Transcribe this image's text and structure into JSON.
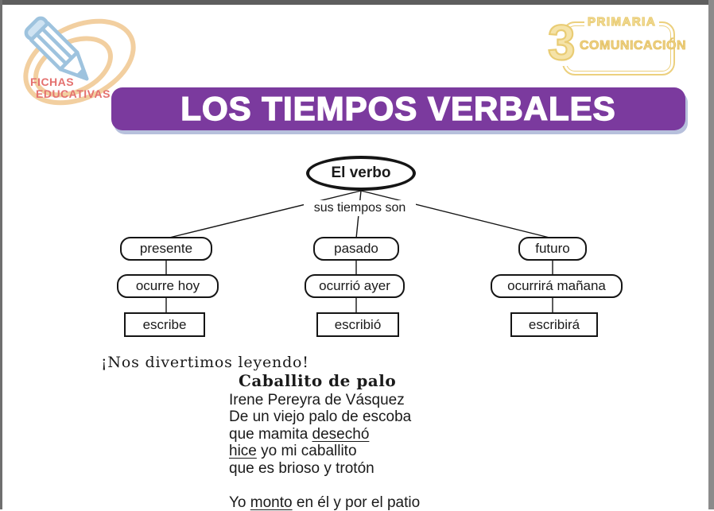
{
  "brand": {
    "line1": "FICHAS",
    "line2": "EDUCATIVAS"
  },
  "badge": {
    "grade": "3",
    "level": "PRIMARIA",
    "subject": "COMUNICACIÓN"
  },
  "title": "LOS TIEMPOS VERBALES",
  "diagram": {
    "root": "El verbo",
    "branch_label": "sus tiempos son",
    "columns": [
      {
        "tense": "presente",
        "meaning": "ocurre hoy",
        "example": "escribe"
      },
      {
        "tense": "pasado",
        "meaning": "ocurrió ayer",
        "example": "escribió"
      },
      {
        "tense": "futuro",
        "meaning": "ocurrirá mañana",
        "example": "escribirá"
      }
    ]
  },
  "reading": {
    "intro": "¡Nos divertimos leyendo!",
    "poem_title": "Caballito de palo",
    "author": "Irene Pereyra de Vásquez",
    "lines": [
      {
        "segments": [
          {
            "text": "De un viejo palo de escoba",
            "underline": false
          }
        ]
      },
      {
        "segments": [
          {
            "text": "que mamita ",
            "underline": false
          },
          {
            "text": "desechó",
            "underline": true
          }
        ]
      },
      {
        "segments": [
          {
            "text": "hice",
            "underline": true
          },
          {
            "text": " yo mi caballito",
            "underline": false
          }
        ]
      },
      {
        "segments": [
          {
            "text": "que es brioso y trotón",
            "underline": false
          }
        ]
      },
      {
        "segments": []
      },
      {
        "segments": [
          {
            "text": "Yo ",
            "underline": false
          },
          {
            "text": "monto",
            "underline": true
          },
          {
            "text": " en él y por el patio",
            "underline": false
          }
        ]
      }
    ]
  },
  "colors": {
    "banner_purple": "#7B3A9E",
    "banner_shadow": "#B7C0DC",
    "badge_gold": "#E9CC74",
    "brand_coral": "#E4716F",
    "pencil_blue": "#9EC3DE",
    "swirl_tan": "#F2CFA0",
    "diagram_line": "#151515"
  }
}
